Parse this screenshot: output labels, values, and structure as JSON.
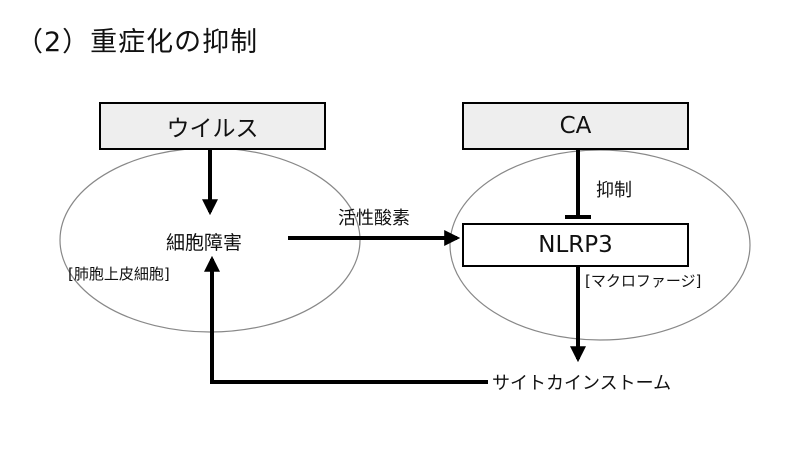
{
  "title": "（2）重症化の抑制",
  "nodes": {
    "virus": "ウイルス",
    "ca": "CA",
    "cell_damage": "細胞障害",
    "alveolar_cell": "[肺胞上皮細胞]",
    "nlrp3": "NLRP3",
    "macrophage": "[マクロファージ]",
    "cytokine_storm": "サイトカインストーム"
  },
  "edges": {
    "ros": "活性酸素",
    "inhibit": "抑制"
  },
  "colors": {
    "box_fill": "#eeeeee",
    "stroke": "#000000",
    "ellipse_stroke": "#888888"
  }
}
